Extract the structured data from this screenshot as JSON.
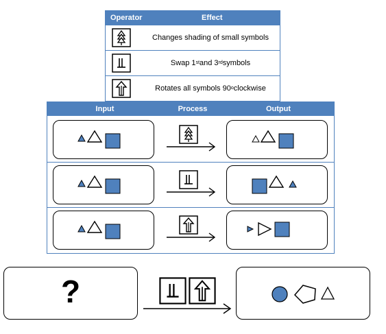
{
  "legend": {
    "header_operator": "Operator",
    "header_effect": "Effect",
    "rows": [
      {
        "operator_icon": "tree-symbol-icon",
        "effect": "Changes shading of small symbols"
      },
      {
        "operator_icon": "swap-symbol-icon",
        "effect_before": "Swap 1",
        "sup1": "st",
        "effect_mid": " and 3",
        "sup2": "rd",
        "effect_after": " symbols"
      },
      {
        "operator_icon": "up-arrow-icon",
        "effect_before": "Rotates all symbols 90",
        "sup1": "o",
        "effect_after": " clockwise"
      }
    ]
  },
  "examples": {
    "header_input": "Input",
    "header_process": "Process",
    "header_output": "Output",
    "rows": [
      {
        "input": "small shaded triangle, large white triangle, blue square",
        "operator": "tree-symbol-icon",
        "output": "small white triangle, large white triangle, blue square"
      },
      {
        "input": "small shaded triangle, large white triangle, blue square",
        "operator": "swap-symbol-icon",
        "output": "blue square, large white triangle, small shaded triangle"
      },
      {
        "input": "small shaded triangle, large white triangle, blue square",
        "operator": "up-arrow-icon",
        "output": "small shaded triangle pointing right, large white triangle pointing right, blue square"
      }
    ]
  },
  "question": {
    "mark": "?",
    "operators": [
      "swap-symbol-icon",
      "up-arrow-icon"
    ],
    "output": "blue circle, white pentagon, small white triangle"
  },
  "colors": {
    "accent": "#4f81bd",
    "shape_fill": "#4f81bd",
    "header_text": "#ffffff"
  }
}
